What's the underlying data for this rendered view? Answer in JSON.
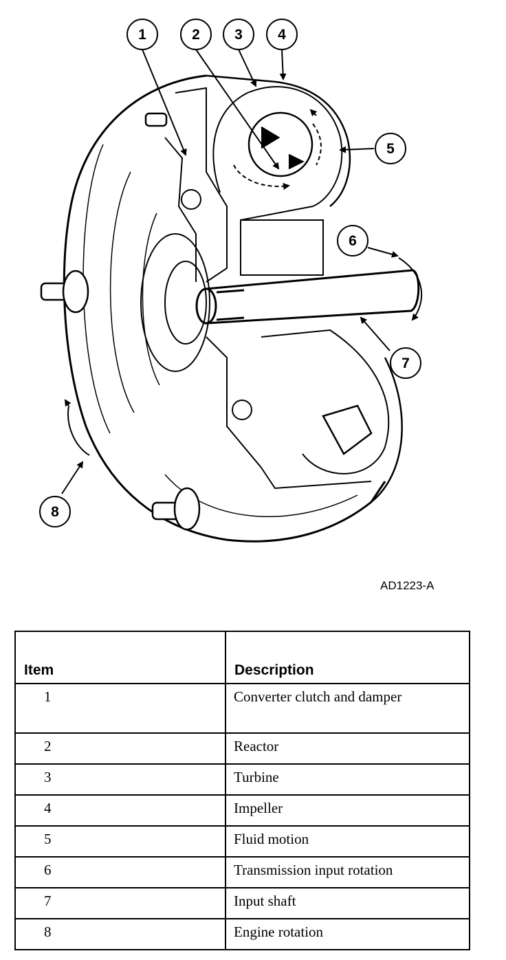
{
  "figure_code": "AD1223-A",
  "callouts": [
    "1",
    "2",
    "3",
    "4",
    "5",
    "6",
    "7",
    "8"
  ],
  "legend": {
    "headers": [
      "Item",
      "Description"
    ],
    "rows": [
      {
        "item": "1",
        "description": "Converter clutch and damper"
      },
      {
        "item": "2",
        "description": "Reactor"
      },
      {
        "item": "3",
        "description": "Turbine"
      },
      {
        "item": "4",
        "description": "Impeller"
      },
      {
        "item": "5",
        "description": "Fluid motion"
      },
      {
        "item": "6",
        "description": "Transmission input rotation"
      },
      {
        "item": "7",
        "description": "Input shaft"
      },
      {
        "item": "8",
        "description": "Engine rotation"
      }
    ]
  }
}
